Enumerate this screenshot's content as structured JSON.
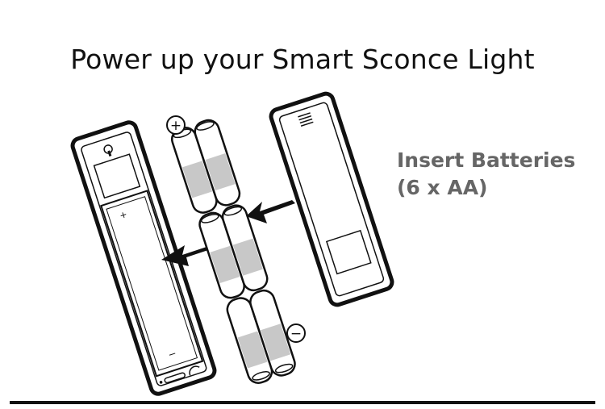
{
  "title": "Power up your Smart Sconce Light",
  "instruction": {
    "line1": "Insert Batteries",
    "line2": "(6 x AA)"
  },
  "labels": {
    "positive_symbol": "+",
    "negative_symbol": "−",
    "compartment_plus": "+",
    "compartment_minus": "−"
  },
  "colors": {
    "ink": "#111111",
    "battery_band": "#c8c8c8",
    "text_gray": "#666666"
  }
}
